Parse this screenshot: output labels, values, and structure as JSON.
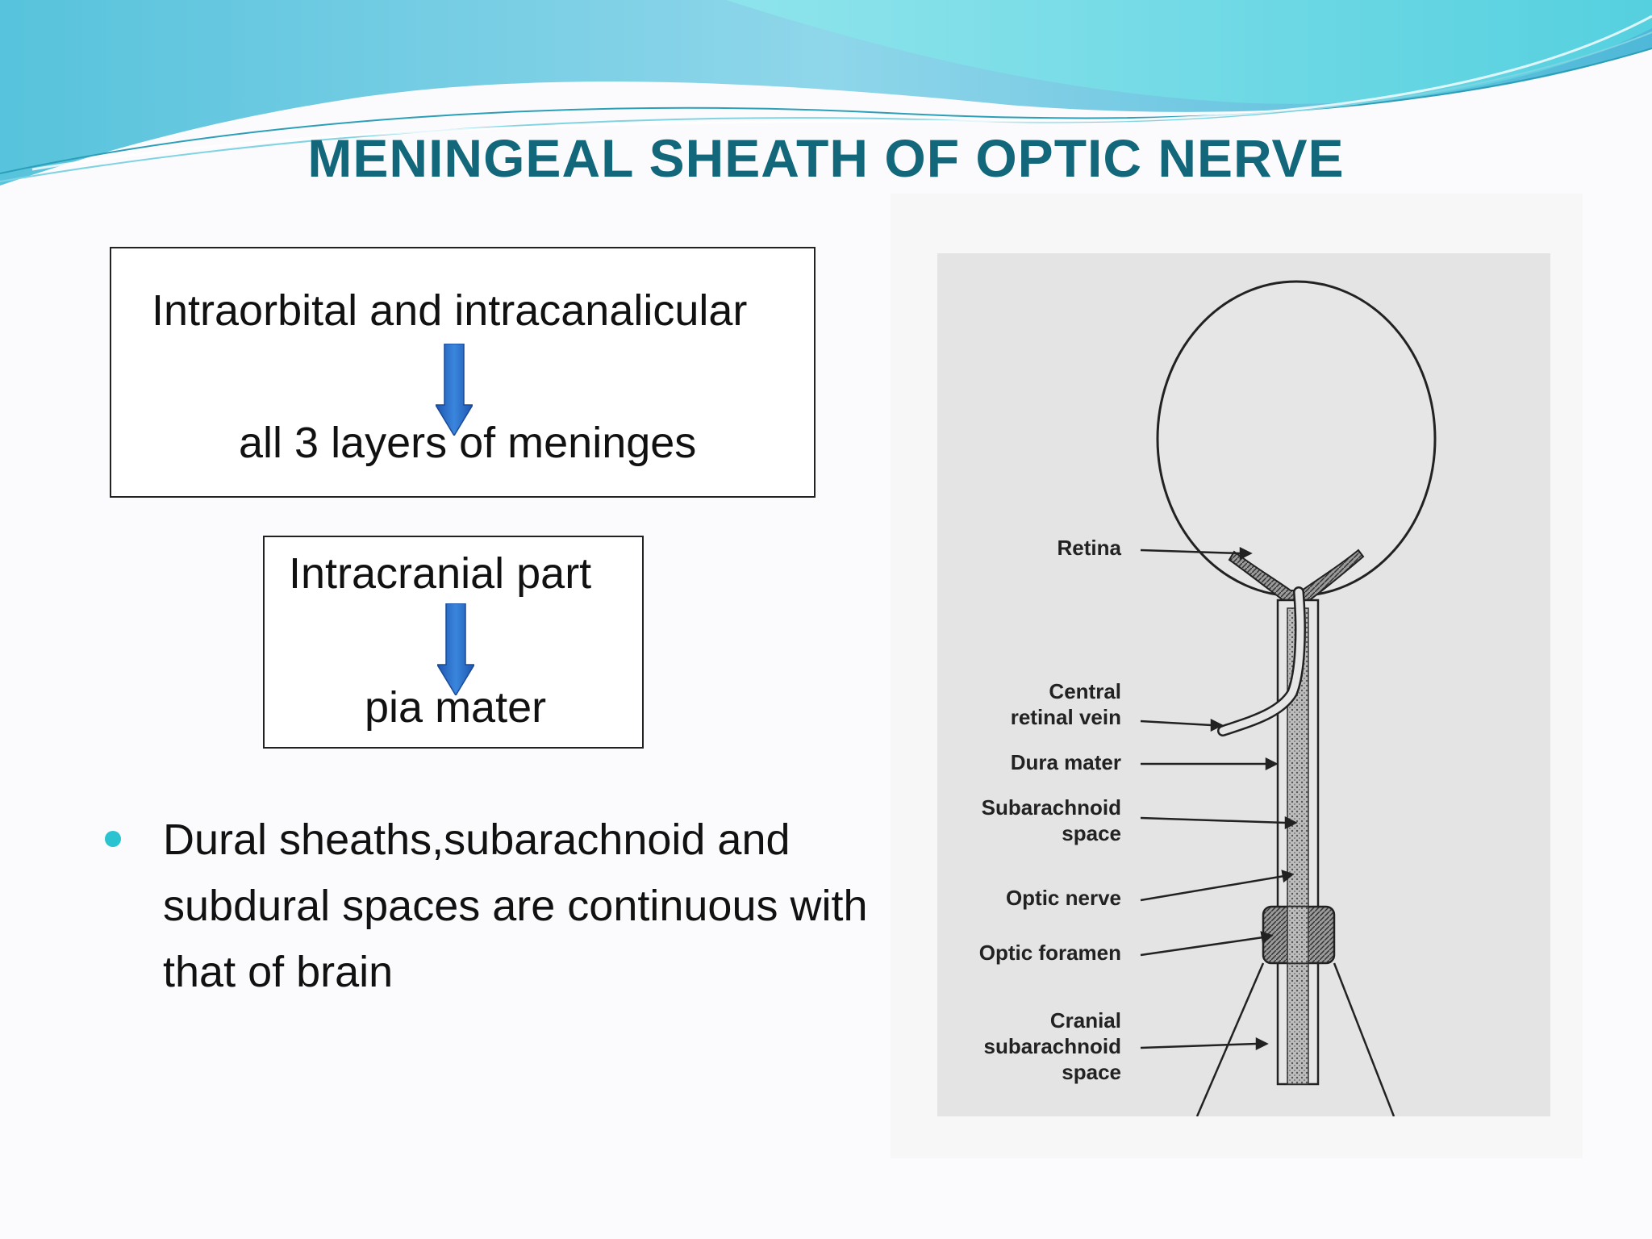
{
  "slide": {
    "title": "MENINGEAL SHEATH OF OPTIC NERVE",
    "accent_color": "#12677a",
    "bullet_color": "#2ac3cf"
  },
  "box_orbital": {
    "top_text": "Intraorbital and intracanalicular",
    "bottom_text": "all 3 layers of meninges",
    "arrow_icon": "down-arrow-icon"
  },
  "box_cranial": {
    "top_text": "Intracranial part",
    "bottom_text": "pia mater",
    "arrow_icon": "down-arrow-icon"
  },
  "bullets": [
    "Dural sheaths,subarachnoid and subdural spaces are continuous with that of brain"
  ],
  "figure": {
    "labels": {
      "retina": "Retina",
      "central_retinal_vein_1": "Central",
      "central_retinal_vein_2": "retinal vein",
      "dura_mater": "Dura mater",
      "subarachnoid_space_1": "Subarachnoid",
      "subarachnoid_space_2": "space",
      "optic_nerve": "Optic nerve",
      "optic_foramen": "Optic foramen",
      "cranial_subarachnoid_1": "Cranial",
      "cranial_subarachnoid_2": "subarachnoid",
      "cranial_subarachnoid_3": "space"
    }
  }
}
